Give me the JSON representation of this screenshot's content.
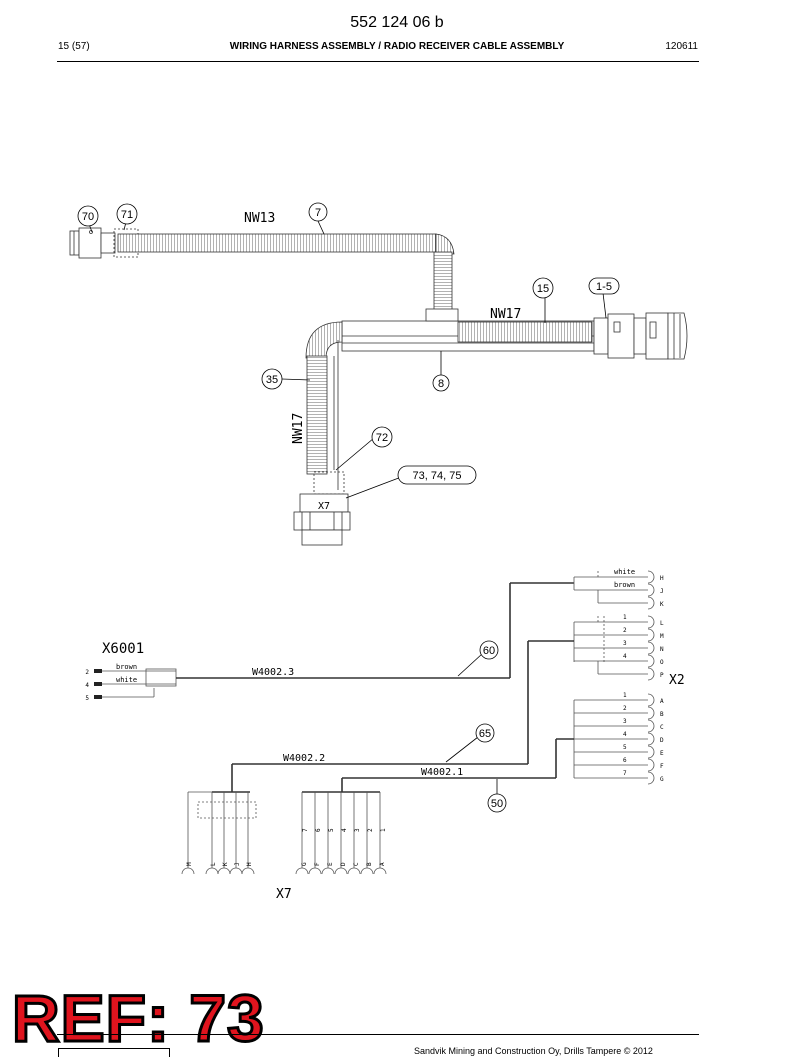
{
  "header": {
    "doc_number": "552 124 06 b",
    "page": "15 (57)",
    "title": "WIRING HARNESS ASSEMBLY / RADIO RECEIVER CABLE ASSEMBLY",
    "date": "120611"
  },
  "harness": {
    "labels": {
      "nw13": "NW13",
      "nw17_top": "NW17",
      "nw17_side": "NW17",
      "x7": "X7"
    },
    "callouts": {
      "c70": "70",
      "c71": "71",
      "c7": "7",
      "c15": "15",
      "c1_5": "1-5",
      "c8": "8",
      "c35": "35",
      "c72": "72",
      "c73": "73, 74, 75"
    }
  },
  "schematic": {
    "x6001": "X6001",
    "x2": "X2",
    "x7": "X7",
    "wires": {
      "w1": "W4002.3",
      "w2": "W4002.2",
      "w3": "W4002.1"
    },
    "callouts": {
      "c60": "60",
      "c65": "65",
      "c50": "50"
    },
    "x6001_pins": [
      "2",
      "4",
      "5"
    ],
    "x6001_colors": {
      "brown": "brown",
      "white": "white"
    },
    "x2_top_colors": {
      "white": "white",
      "brown": "brown"
    },
    "x2_top_pins": [
      "H",
      "J",
      "K"
    ],
    "x2_mid_nums": [
      "1",
      "2",
      "3",
      "4"
    ],
    "x2_mid_pins": [
      "L",
      "M",
      "N",
      "O",
      "P"
    ],
    "x2_low_nums": [
      "1",
      "2",
      "3",
      "4",
      "5",
      "6",
      "7"
    ],
    "x2_low_pins": [
      "A",
      "B",
      "C",
      "D",
      "E",
      "F",
      "G"
    ],
    "x7_left_pins": [
      "M",
      "L",
      "K",
      "J",
      "H"
    ],
    "x7_right_nums": [
      "7",
      "6",
      "5",
      "4",
      "3",
      "2",
      "1"
    ],
    "x7_right_pins": [
      "G",
      "F",
      "E",
      "D",
      "C",
      "B",
      "A"
    ]
  },
  "footer": {
    "ref": "REF: 73",
    "company": "Sandvik Mining and Construction Oy, Drills Tampere © 2012"
  }
}
